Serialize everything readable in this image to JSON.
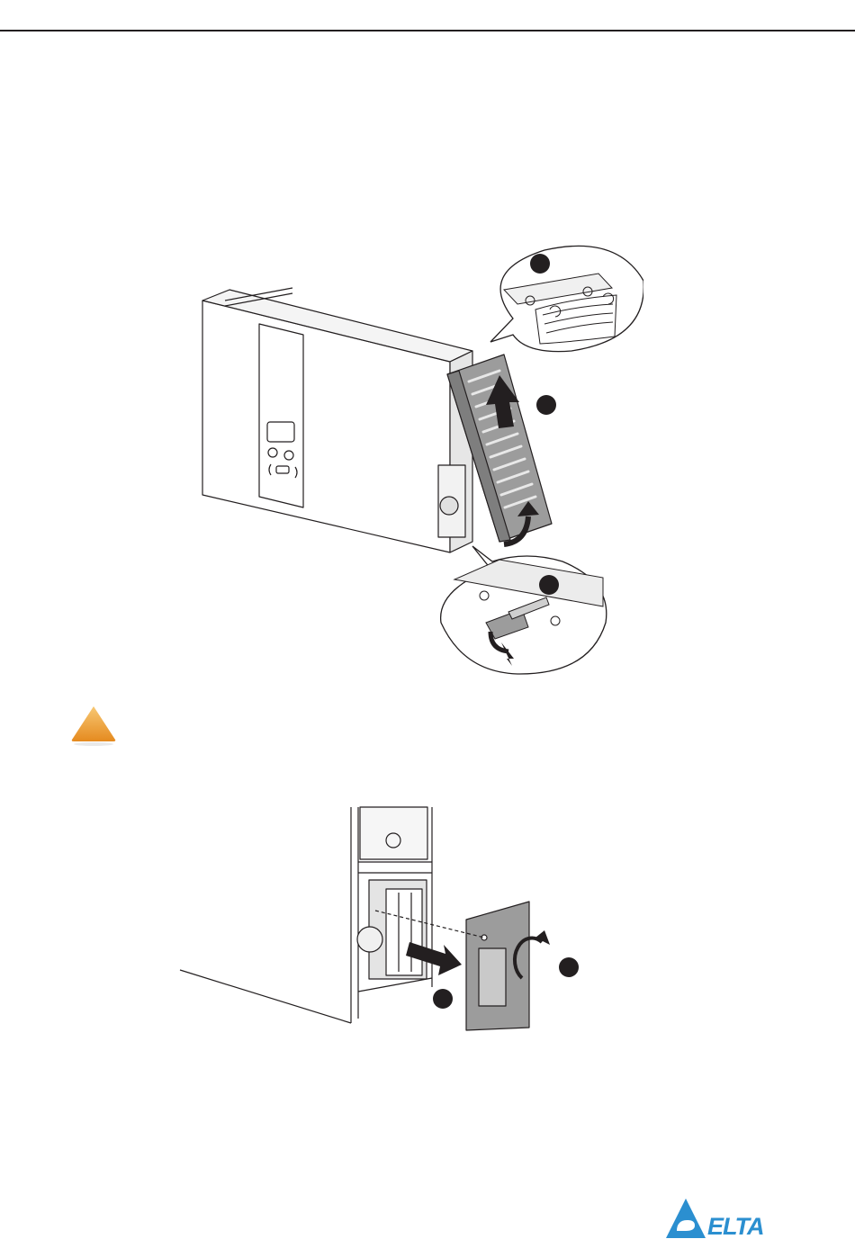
{
  "page": {
    "illustrations": [
      "remove-cover-illustration",
      "remove-communication-card-illustration"
    ],
    "warning_icon": "warning-triangle-icon",
    "brand": {
      "logo_icon": "delta-logo-icon",
      "text": "ELTA",
      "color": "#2b8fd0"
    },
    "colors": {
      "warning_top": "#f7c873",
      "warning_bottom": "#e58a1f",
      "line": "#231f20",
      "panel_grey": "#9c9c9c"
    }
  }
}
